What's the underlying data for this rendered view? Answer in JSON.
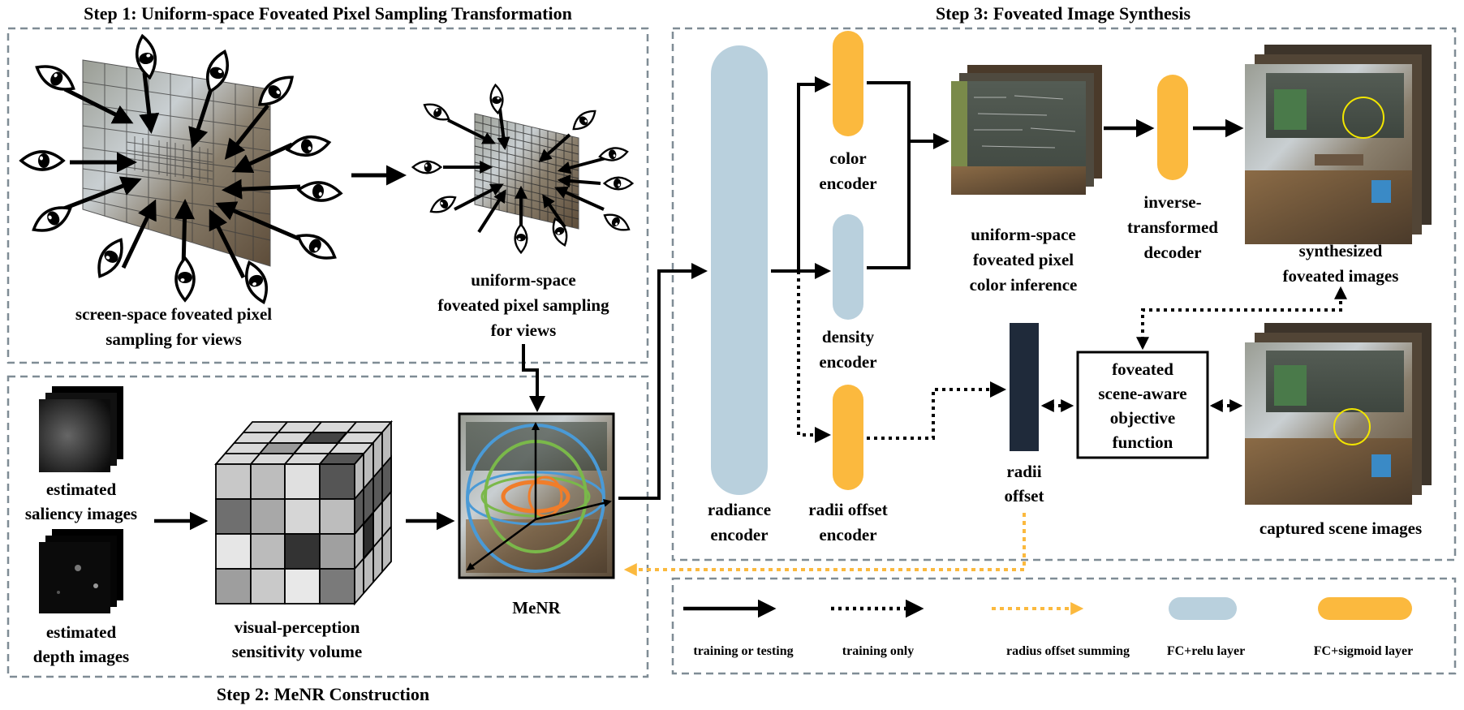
{
  "steps": {
    "step1": "Step 1: Uniform-space Foveated Pixel Sampling Transformation",
    "step2": "Step 2: MeNR Construction",
    "step3": "Step 3: Foveated Image Synthesis"
  },
  "step1": {
    "screen_space_label": [
      "screen-space foveated pixel",
      "sampling for views"
    ],
    "uniform_space_label": [
      "uniform-space",
      "foveated pixel sampling",
      "for views"
    ]
  },
  "step2": {
    "saliency_label": [
      "estimated",
      "saliency images"
    ],
    "depth_label": [
      "estimated",
      "depth images"
    ],
    "volume_label": [
      "visual-perception",
      "sensitivity volume"
    ],
    "menr_label": "MeNR"
  },
  "step3": {
    "radiance_encoder": [
      "radiance",
      "encoder"
    ],
    "color_encoder": [
      "color",
      "encoder"
    ],
    "density_encoder": [
      "density",
      "encoder"
    ],
    "radii_offset_encoder": [
      "radii offset",
      "encoder"
    ],
    "color_inference": [
      "uniform-space",
      "foveated pixel",
      "color inference"
    ],
    "decoder": [
      "inverse-",
      "transformed",
      "decoder"
    ],
    "synthesized": [
      "synthesized",
      "foveated images"
    ],
    "radii_offset": [
      "radii",
      "offset"
    ],
    "objective": [
      "foveated",
      "scene-aware",
      "objective",
      "function"
    ],
    "captured": "captured scene images"
  },
  "legend": {
    "solid": "training or testing",
    "dotted": "training only",
    "orange_dotted": "radius offset summing",
    "relu": "FC+relu layer",
    "sigmoid": "FC+sigmoid layer"
  },
  "colors": {
    "relu_layer": "#b9d0dd",
    "sigmoid_layer": "#fbb93e",
    "radii_bar": "#1f2a3a",
    "orange_arrow": "#fbb93e",
    "panel_border": "#7f8c95"
  },
  "icons": [
    "eye-icon",
    "arrow-icon"
  ]
}
